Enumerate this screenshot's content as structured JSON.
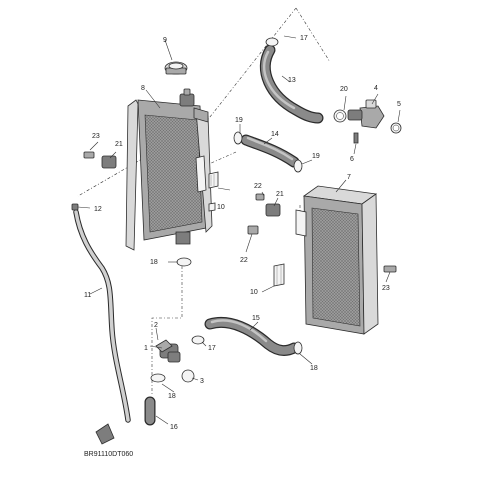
{
  "callouts": {
    "c1": "1",
    "c2": "2",
    "c3": "3",
    "c4": "4",
    "c5": "5",
    "c6": "6",
    "c7": "7",
    "c8": "8",
    "c9": "9",
    "c10a": "10",
    "c10b": "10",
    "c11": "11",
    "c12": "12",
    "c13": "13",
    "c14": "14",
    "c15": "15",
    "c16": "16",
    "c17a": "17",
    "c17b": "17",
    "c18a": "18",
    "c18b": "18",
    "c18c": "18",
    "c19a": "19",
    "c19b": "19",
    "c20": "20",
    "c21a": "21",
    "c21b": "21",
    "c22a": "22",
    "c22b": "22",
    "c23a": "23",
    "c23b": "23"
  },
  "diagram_code": "BR91110DT060",
  "colors": {
    "ink": "#2e2e2e",
    "body": "#a9a9a9",
    "dark": "#7d7d7d",
    "paper": "#ffffff"
  }
}
